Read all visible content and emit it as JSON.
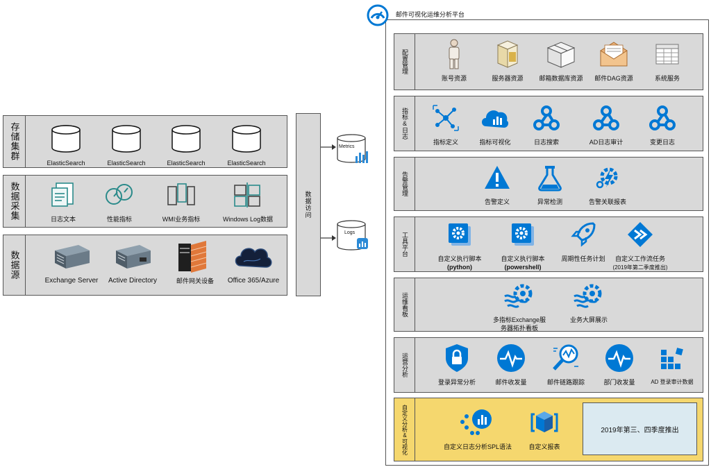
{
  "platform": {
    "title": "邮件可视化运维分析平台"
  },
  "left": {
    "storage": {
      "label": "存储集群",
      "items": [
        "ElasticSearch",
        "ElasticSearch",
        "ElasticSearch",
        "ElasticSearch"
      ]
    },
    "collect": {
      "label": "数据采集",
      "items": [
        "日志文本",
        "性能指标",
        "WMI业务指标",
        "Windows Log数据"
      ]
    },
    "sources": {
      "label": "数据源",
      "items": [
        "Exchange Server",
        "Active Directory",
        "邮件网关设备",
        "Office 365/Azure"
      ]
    }
  },
  "access": {
    "label": "数据访问"
  },
  "stores": {
    "metrics": "Metrics",
    "logs": "Logs"
  },
  "right": {
    "config": {
      "label": "配置管理",
      "items": [
        "账号资源",
        "服务器资源",
        "邮箱数据库资源",
        "邮件DAG资源",
        "系统服务"
      ]
    },
    "metrics": {
      "label": "指标&日志",
      "items": [
        "指标定义",
        "指标可视化",
        "日志搜索",
        "AD日志审计",
        "变更日志"
      ]
    },
    "alert": {
      "label": "告警管理",
      "items": [
        "告警定义",
        "异常检测",
        "告警关联报表"
      ]
    },
    "tools": {
      "label": "工具平台",
      "items": [
        {
          "l1": "自定义执行脚本",
          "l2": "(python)"
        },
        {
          "l1": "自定义执行脚本",
          "l2": "(powershell)"
        },
        {
          "l1": "周期性任务计划",
          "l2": ""
        },
        {
          "l1": "自定义工作流任务",
          "l2": "(2019年第二季度推出)"
        }
      ]
    },
    "ops": {
      "label": "运维看板",
      "items": [
        {
          "l1": "多指标Exchange服",
          "l2": "务器拓扑看板"
        },
        {
          "l1": "业务大屏展示",
          "l2": ""
        }
      ]
    },
    "analysis": {
      "label": "运营分析",
      "items": [
        "登录异常分析",
        "邮件收发量",
        "邮件链路跟踪",
        "部门收发量",
        "AD 登录审计数据"
      ]
    },
    "custom": {
      "label": "自定义分析&可视化",
      "items": [
        "自定义日志分析SPL语法",
        "自定义报表"
      ],
      "note": "2019年第三、四季度推出"
    }
  },
  "colors": {
    "blue": "#0078d4",
    "panel": "#d9d9d9",
    "custom": "#f5d76e",
    "note": "#dbeaf1"
  }
}
